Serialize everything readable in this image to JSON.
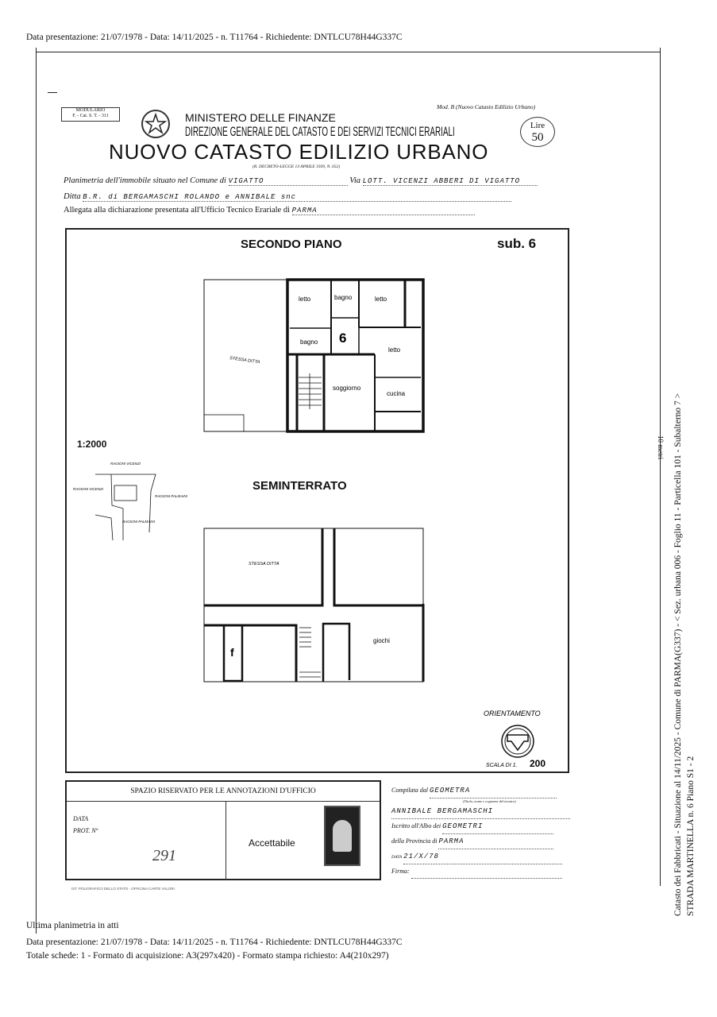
{
  "header_line": "Data presentazione: 21/07/1978 - Data: 14/11/2025 - n. T11764 - Richiedente: DNTLCU78H44G337C",
  "form": {
    "modulario": "MODULARIO",
    "modulario_code": "F. - Cat. S. T. - 311",
    "mod_b": "Mod. B (Nuovo Catasto Edilizio Urbano)",
    "ministry": "MINISTERO DELLE FINANZE",
    "direction": "DIREZIONE GENERALE DEL CATASTO E DEI SERVIZI TECNICI ERARIALI",
    "title": "NUOVO CATASTO EDILIZIO URBANO",
    "decree": "(R. DECRETO-LEGGE 13 APRILE 1939, N. 652)",
    "stamp_lire": "Lire",
    "stamp_value": "50",
    "planimetria_label": "Planimetria dell'immobile situato nel Comune di",
    "comune_value": "VIGATTO",
    "via_label": "Via",
    "via_value": "LOTT. VICENZI ABBERI DI VIGATTO",
    "ditta_label": "Ditta",
    "ditta_value": "B.R. di BERGAMASCHI ROLANDO e ANNIBALE snc",
    "allegata_label": "Allegata alla dichiarazione presentata all'Ufficio Tecnico Erariale di",
    "allegata_value": "PARMA"
  },
  "plan": {
    "floor1_title": "SECONDO PIANO",
    "sub": "sub. 6",
    "floor1_rooms": {
      "letto1": "letto",
      "bagno1": "bagno",
      "letto2": "letto",
      "bagno2": "bagno",
      "unit": "6",
      "letto3": "letto",
      "soggiorno": "soggiorno",
      "cucina": "cucina",
      "annex": "STESSA DITTA"
    },
    "scale_small": "1:2000",
    "site": {
      "north": "RAGIONI VICENZI",
      "west": "RAGIONI VICENZI",
      "east": "RAGIONI PALMAINI",
      "south": "RAGIONI PALMAINI"
    },
    "floor2_title": "SEMINTERRATO",
    "floor2_rooms": {
      "annex": "STESSA DITTA",
      "f": "f",
      "giochi": "giochi"
    },
    "orientamento": "ORIENTAMENTO",
    "scala_label": "SCALA DI 1.",
    "scala_value": "200"
  },
  "office": {
    "title": "SPAZIO RISERVATO PER LE ANNOTAZIONI D'UFFICIO",
    "data_label": "DATA",
    "prot_label": "PROT. Nº",
    "prot_value": "291",
    "accettabile": "Accettabile",
    "printer": "IST. POLIGRAFICO DELLO STATO - OFFICINA CARTE VALORI"
  },
  "compiler": {
    "compilata_label": "Compilata dal",
    "compilata_value": "GEOMETRA",
    "compilata_note": "(Titolo, nome e cognome del tecnico)",
    "name": "ANNIBALE BERGAMASCHI",
    "albo_label": "Iscritto all'Albo dei",
    "albo_value": "GEOMETRI",
    "provincia_label": "della Provincia di",
    "provincia_value": "PARMA",
    "data_label": "DATA",
    "data_value": "21/X/78",
    "firma_label": "Firma:"
  },
  "side": {
    "line1": "Catasto dei Fabbricati - Situazione al 14/11/2025 - Comune di PARMA(G337) - < Sez. urbana 006 - Foglio 11 - Particella 101 - Subalterno 7 >",
    "line2": "STRADA MARTINELLA n. 6 Piano S1 - 2",
    "scale_bar": "10 metri"
  },
  "footer": {
    "ultima": "Ultima planimetria in atti",
    "line1": "Data presentazione: 21/07/1978 - Data: 14/11/2025 - n. T11764 - Richiedente: DNTLCU78H44G337C",
    "line2": "Totale schede: 1 - Formato di acquisizione: A3(297x420)  - Formato stampa richiesto: A4(210x297)"
  }
}
